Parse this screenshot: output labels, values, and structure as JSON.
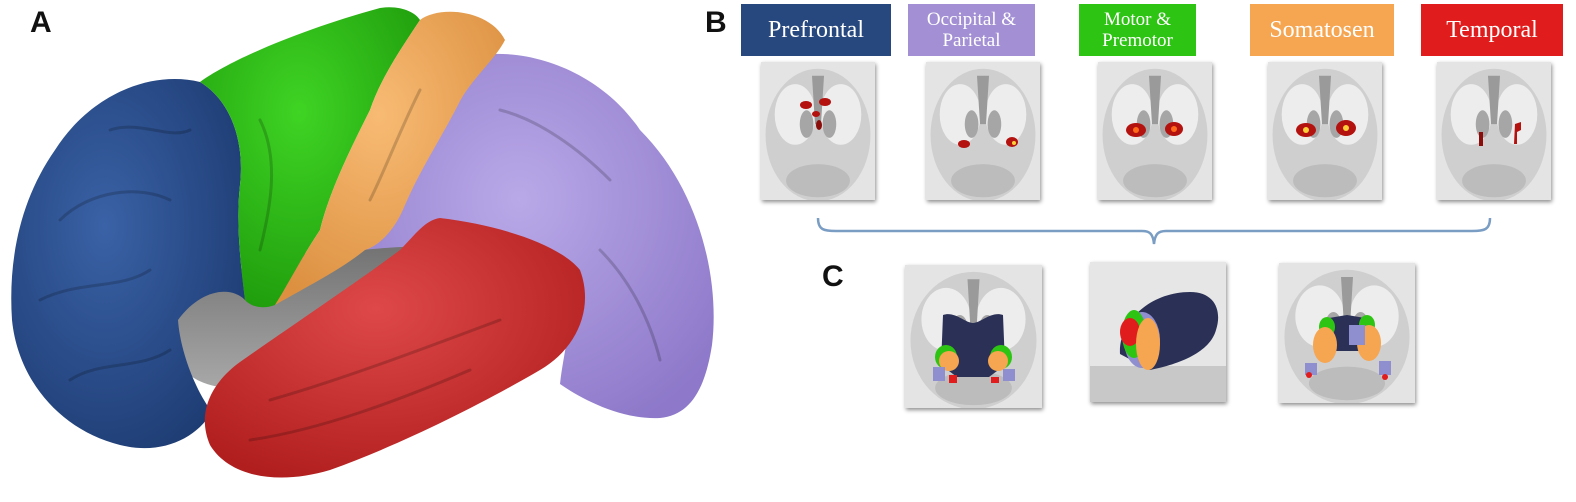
{
  "panels": {
    "a": "A",
    "b": "B",
    "c": "C"
  },
  "legend": [
    {
      "label": "Prefrontal",
      "color": "#27477f"
    },
    {
      "label": "Occipital & Parietal",
      "color": "#a390d4"
    },
    {
      "label": "Motor & Premotor",
      "color": "#2ec414"
    },
    {
      "label": "Somatosen",
      "color": "#f6a550"
    },
    {
      "label": "Temporal",
      "color": "#e01c1c"
    }
  ],
  "colors": {
    "prefrontal": "#27477f",
    "occipital_parietal": "#a390d4",
    "motor_premotor": "#2ec414",
    "somatosensory": "#f6a550",
    "temporal": "#e01c1c",
    "insula": "#8e8e8e",
    "bracket": "#7a9dc4",
    "activation": "#b3120f"
  }
}
